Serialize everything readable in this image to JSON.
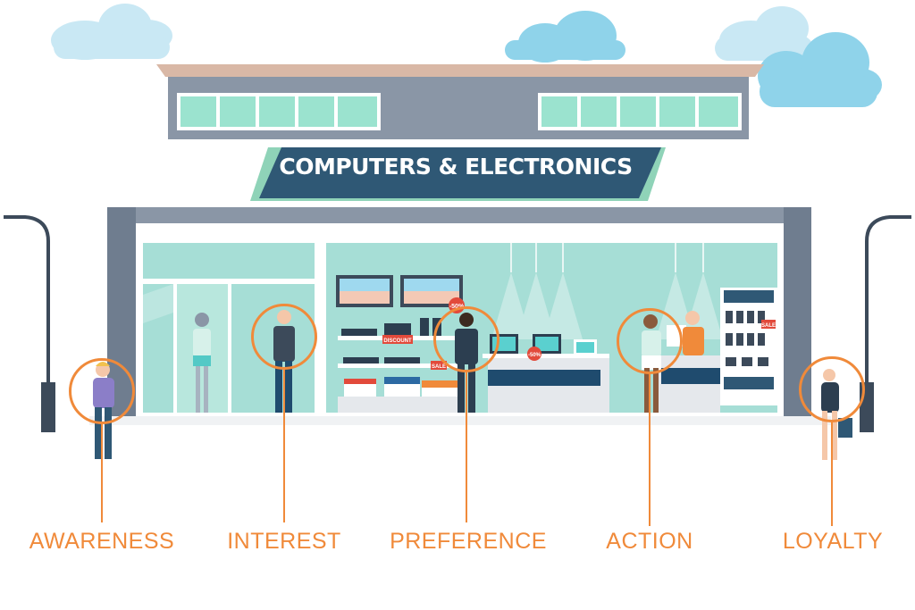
{
  "store": {
    "sign_text": "COMPUTERS & ELECTRONICS",
    "tags": {
      "sale_top": "-50%",
      "discount": "DISCOUNT",
      "sale_shelf": "SALE",
      "sale_counter": "-50%",
      "sale_wall": "SALE"
    }
  },
  "stages": [
    {
      "label": "AWARENESS"
    },
    {
      "label": "INTEREST"
    },
    {
      "label": "PREFERENCE"
    },
    {
      "label": "ACTION"
    },
    {
      "label": "LOYALTY"
    }
  ],
  "colors": {
    "accent": "#f08a3a",
    "sky_cloud": "#8fd3ea",
    "cloud_light": "#c9e8f4",
    "building_gray": "#8a96a6",
    "sign_navy": "#2f5875",
    "window_mint": "#9be3cf",
    "interior_teal": "#a6ded6",
    "counter_navy": "#1f4b6e"
  }
}
